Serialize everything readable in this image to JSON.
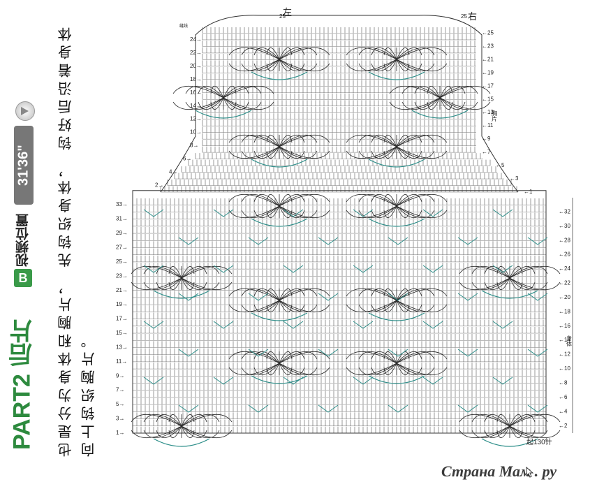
{
  "part": {
    "label": "PART2",
    "title": "后片",
    "badge": "B"
  },
  "video": {
    "label": "视频位置",
    "time": "31'36\""
  },
  "description": {
    "line1": "也是分为身体和胸片，  先钩织身体，  钩好后沿着身体",
    "line2": "向上钩织胸片。"
  },
  "diagram": {
    "top_left_label": "左",
    "top_right_label": "右",
    "top_row_number": "25",
    "edge_note": "缝线",
    "chest_label": "胸片",
    "body_label": "身体",
    "start_note": "起130针"
  },
  "watermark": "Страна Мам . ру"
}
